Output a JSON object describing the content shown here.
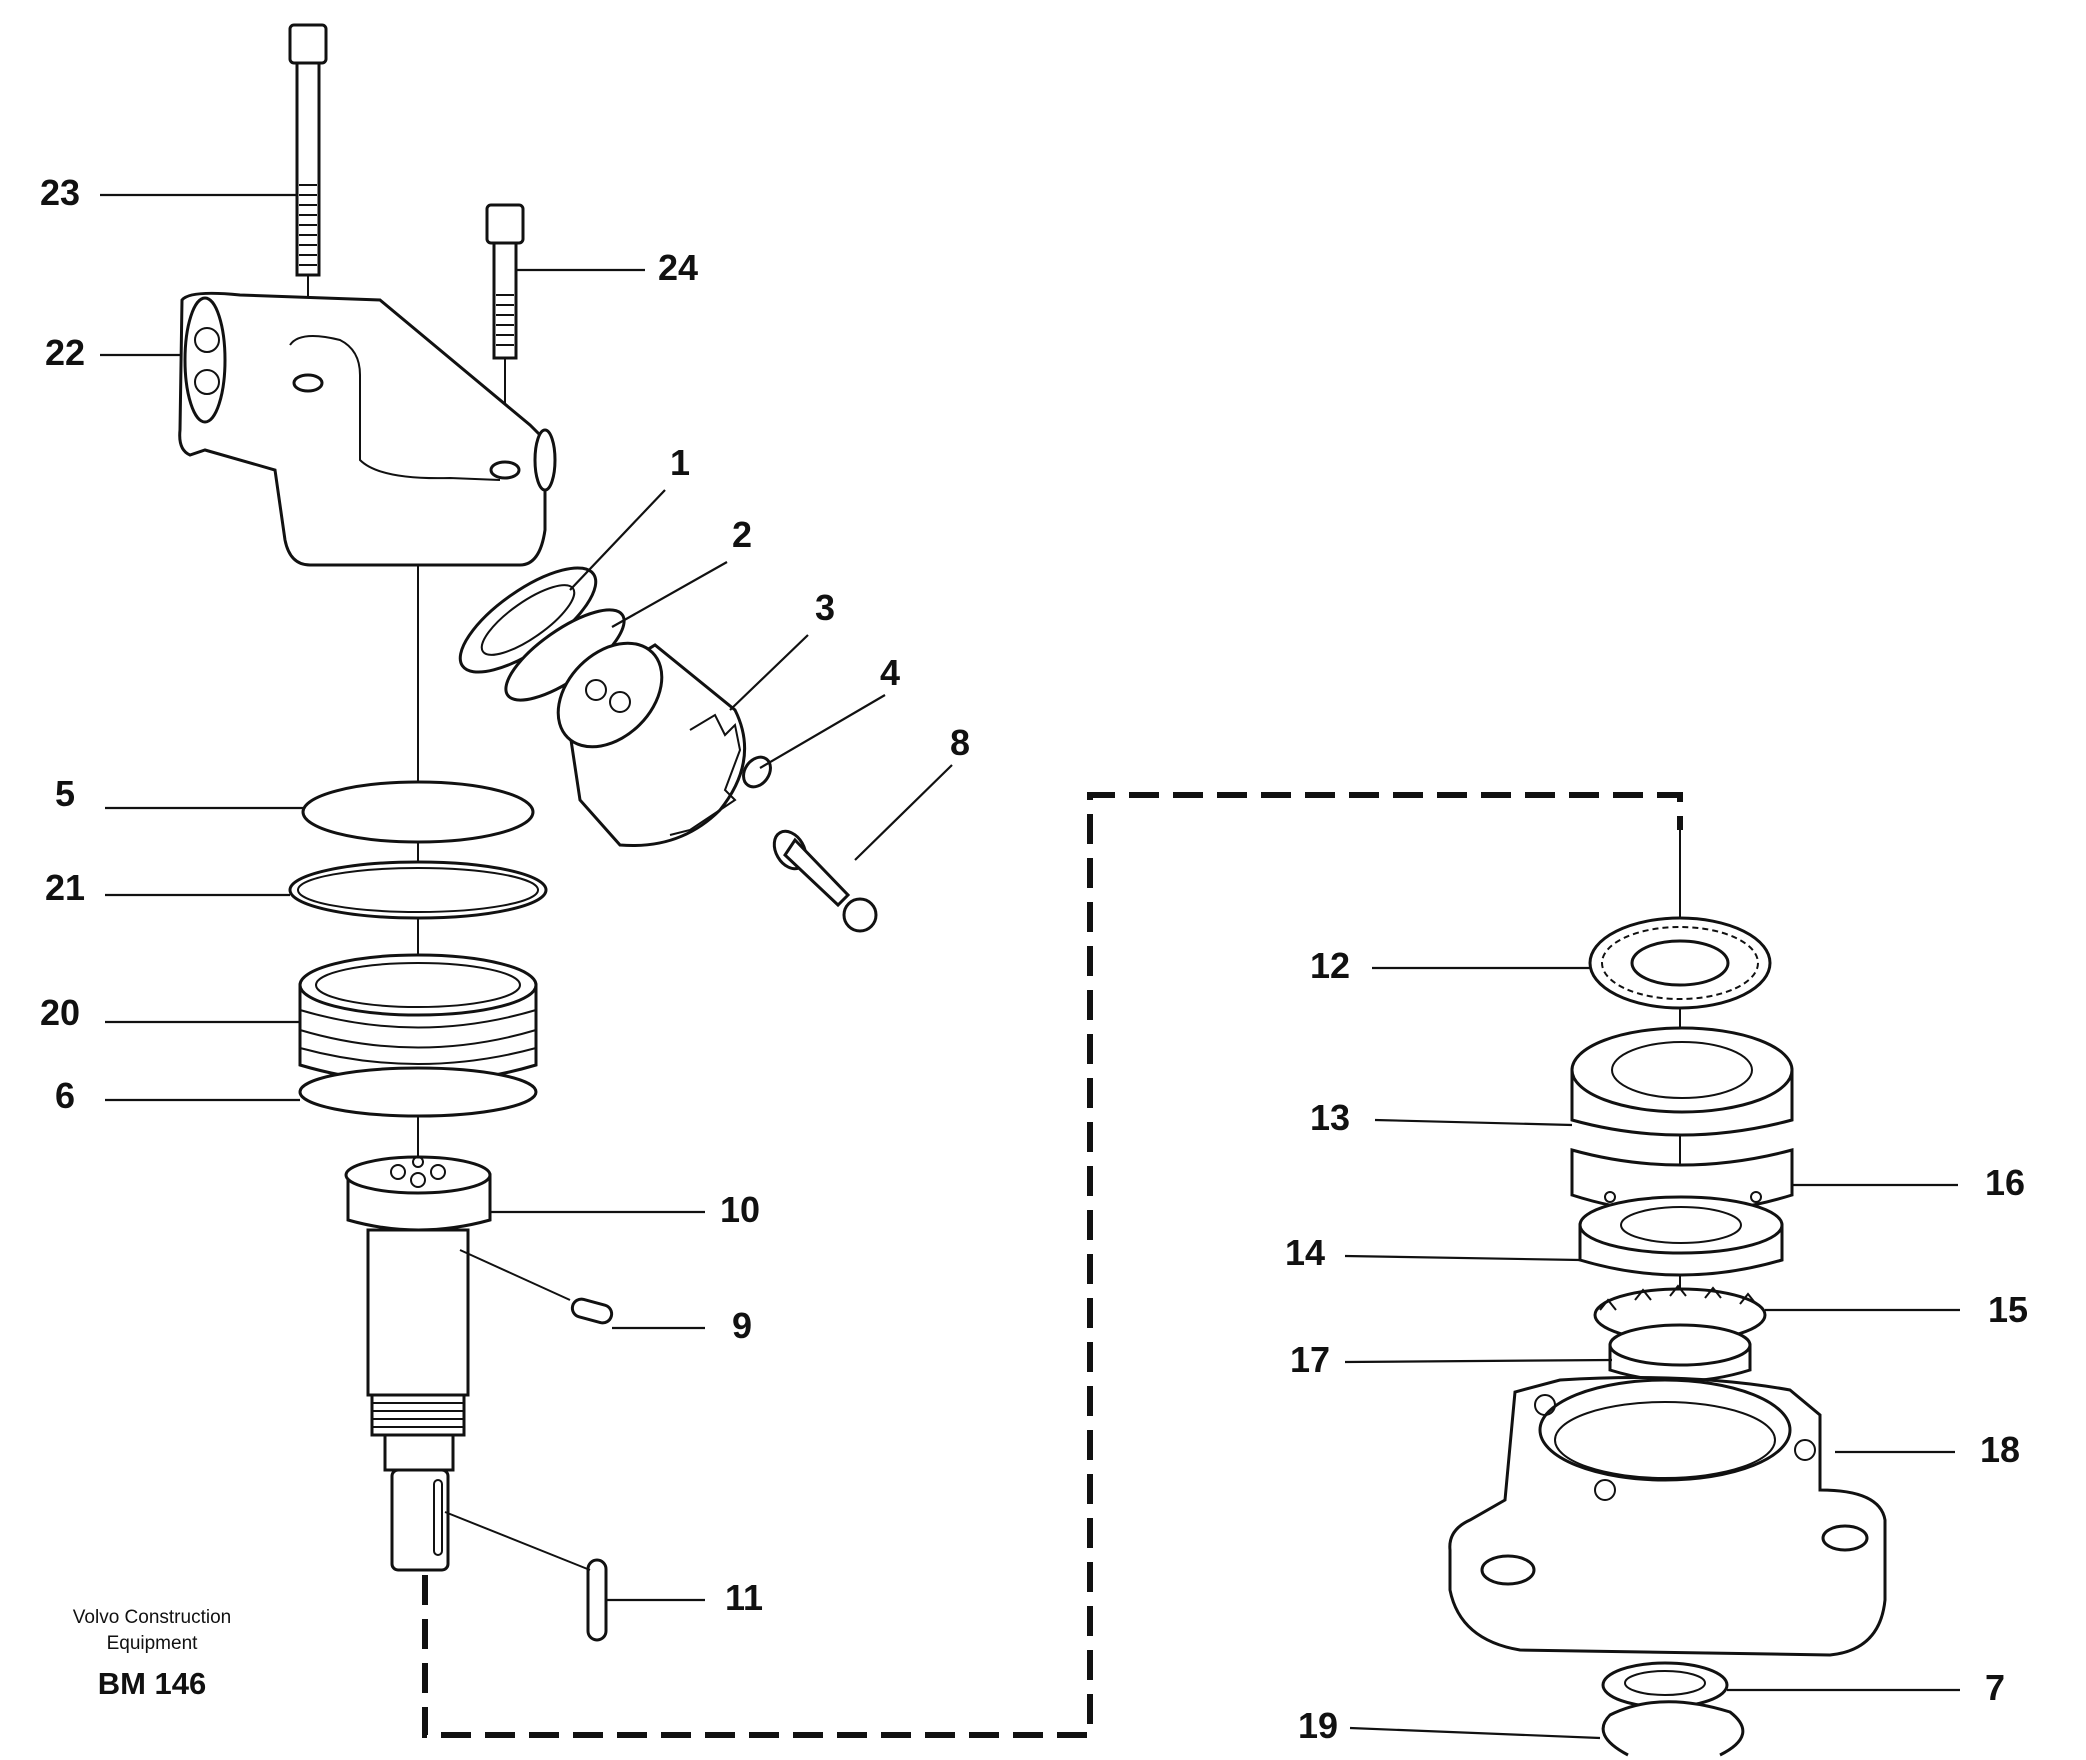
{
  "caption": {
    "line1": "Volvo Construction",
    "line2": "Equipment",
    "code": "BM 146"
  },
  "labels": {
    "l1": "1",
    "l2": "2",
    "l3": "3",
    "l4": "4",
    "l5": "5",
    "l6": "6",
    "l7": "7",
    "l8": "8",
    "l9": "9",
    "l10": "10",
    "l11": "11",
    "l12": "12",
    "l13": "13",
    "l14": "14",
    "l15": "15",
    "l16": "16",
    "l17": "17",
    "l18": "18",
    "l19": "19",
    "l20": "20",
    "l21": "21",
    "l22": "22",
    "l23": "23",
    "l24": "24"
  }
}
